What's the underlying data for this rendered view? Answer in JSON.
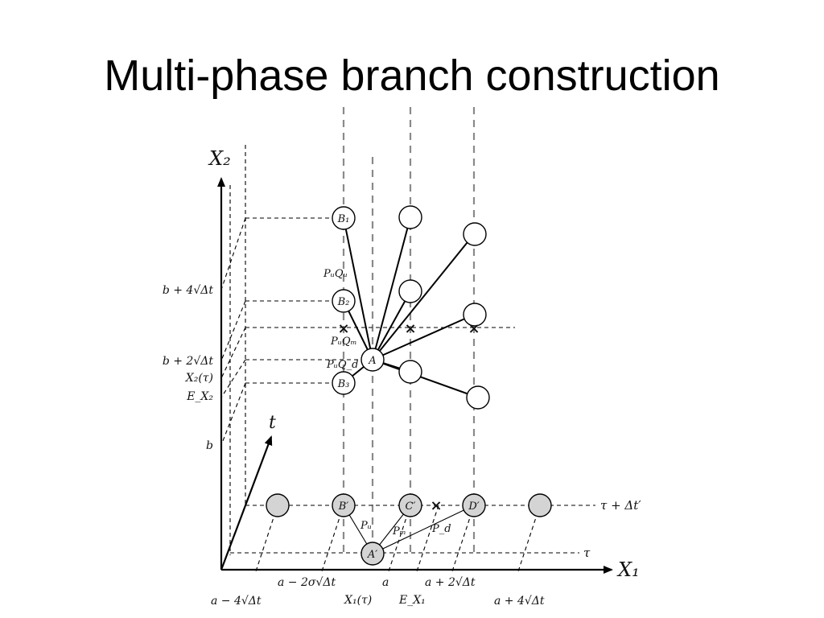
{
  "title": "Multi-phase branch construction",
  "axes": {
    "x2": "X₂",
    "x1": "X₁",
    "t": "t"
  },
  "y_labels": {
    "b4": "b + 4√Δt",
    "b2": "b + 2√Δt",
    "x2tau": "X₂(τ)",
    "ex2": "E_X₂",
    "b": "b"
  },
  "x_labels": {
    "a_minus_4": "a − 4√Δt",
    "a_minus_2s": "a − 2σ√Δt",
    "a": "a",
    "x1tau": "X₁(τ)",
    "ex1": "E_X₁",
    "a_plus_2": "a + 2√Δt",
    "a_plus_4": "a + 4√Δt"
  },
  "time_labels": {
    "tau_dt": "τ + Δt′",
    "tau": "τ"
  },
  "nodes": {
    "b1": "B₁",
    "b2": "B₂",
    "b3": "B₃",
    "a": "A",
    "b_prime": "B′",
    "c_prime": "C′",
    "d_prime": "D′",
    "a_prime": "A′"
  },
  "probabilities_upper": {
    "pu_qu": "PᵤQᵤ",
    "pu_qm": "PᵤQₘ",
    "pu_qd": "PᵤQ_d"
  },
  "probabilities_lower": {
    "pu": "Pᵤ",
    "pm": "Pₘ",
    "pd": "P_d"
  },
  "marker": "×"
}
